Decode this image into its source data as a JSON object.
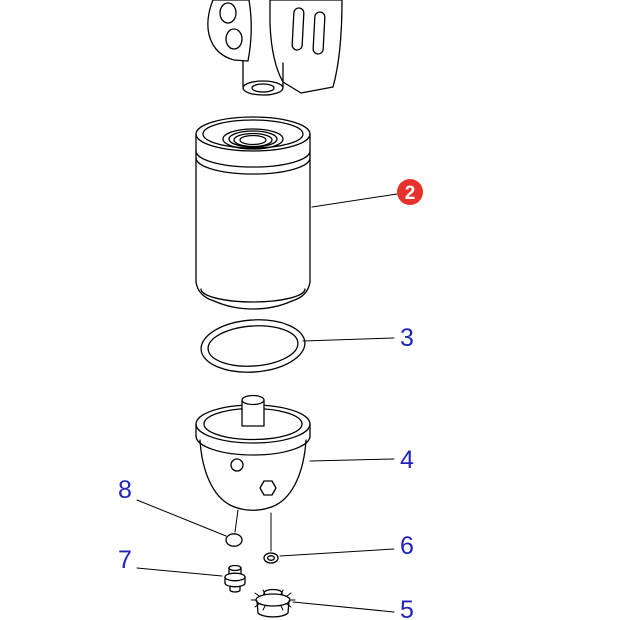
{
  "diagram": {
    "colors": {
      "line": "#000000",
      "label": "#2222bb",
      "badge_fill": "#e8312d",
      "badge_text": "#ffffff",
      "background": "#ffffff"
    },
    "callouts": {
      "c2": {
        "number": "2"
      },
      "c3": {
        "number": "3"
      },
      "c4": {
        "number": "4"
      },
      "c5": {
        "number": "5"
      },
      "c6": {
        "number": "6"
      },
      "c7": {
        "number": "7"
      },
      "c8": {
        "number": "8"
      }
    }
  }
}
